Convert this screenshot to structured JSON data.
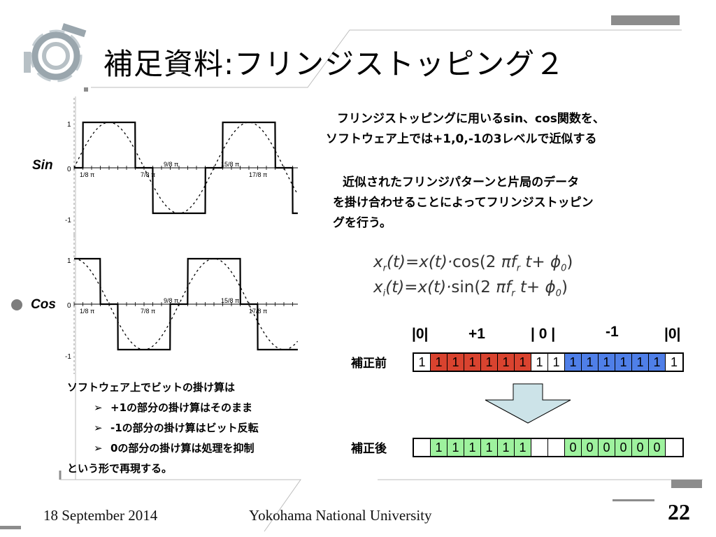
{
  "slide": {
    "title": "補足資料:フリンジストッピング２",
    "description_1": [
      "フリンジストッピングに用いるsin、cos関数を、",
      "ソフトウェア上では+1,0,-1の3レベルで近似する"
    ],
    "description_2": [
      "近似されたフリンジパターンと片局のデータ",
      "を掛け合わせることによってフリンジストッピン",
      "グを行う。"
    ],
    "formula_1": {
      "lhs": "x",
      "lhs_sub": "r",
      "rhs_fn": "cos",
      "phase_sub": "r"
    },
    "formula_2": {
      "lhs": "x",
      "lhs_sub": "i",
      "rhs_fn": "sin",
      "phase_sub": "r"
    },
    "notes": {
      "intro": "ソフトウェア上でビットの掛け算は",
      "bullets": [
        "+1の部分の掛け算はそのまま",
        "-1の部分の掛け算はビット反転",
        "0の部分の掛け算は処理を抑制"
      ],
      "outro": "という形で再現する。"
    }
  },
  "waves": {
    "sin_label": "Sin",
    "cos_label": "Cos",
    "y_ticks": [
      "1",
      "0",
      "-1"
    ],
    "sin_ticks_below": [
      "1/8 π",
      "7/8 π",
      "17/8 π"
    ],
    "sin_ticks_above": [
      "9/8 π",
      "15/8 π"
    ],
    "cos_ticks_below": [
      "1/8 π",
      "7/8 π",
      "17/8 π"
    ],
    "cos_ticks_above": [
      "9/8 π",
      "15/8 π"
    ]
  },
  "bits": {
    "segment_labels": [
      "|0|",
      "+1",
      "| 0 |",
      "-1",
      "|0|"
    ],
    "before_label": "補正前",
    "after_label": "補正後",
    "before": [
      {
        "v": "1",
        "c": "white"
      },
      {
        "v": "1",
        "c": "red"
      },
      {
        "v": "1",
        "c": "red"
      },
      {
        "v": "1",
        "c": "red"
      },
      {
        "v": "1",
        "c": "red"
      },
      {
        "v": "1",
        "c": "red"
      },
      {
        "v": "1",
        "c": "red"
      },
      {
        "v": "1",
        "c": "white"
      },
      {
        "v": "1",
        "c": "white"
      },
      {
        "v": "1",
        "c": "blue"
      },
      {
        "v": "1",
        "c": "blue"
      },
      {
        "v": "1",
        "c": "blue"
      },
      {
        "v": "1",
        "c": "blue"
      },
      {
        "v": "1",
        "c": "blue"
      },
      {
        "v": "1",
        "c": "blue"
      },
      {
        "v": "1",
        "c": "white"
      }
    ],
    "after": [
      {
        "v": "",
        "c": "white"
      },
      {
        "v": "1",
        "c": "green"
      },
      {
        "v": "1",
        "c": "green"
      },
      {
        "v": "1",
        "c": "green"
      },
      {
        "v": "1",
        "c": "green"
      },
      {
        "v": "1",
        "c": "green"
      },
      {
        "v": "1",
        "c": "green"
      },
      {
        "v": "",
        "c": "white"
      },
      {
        "v": "",
        "c": "white"
      },
      {
        "v": "0",
        "c": "green"
      },
      {
        "v": "0",
        "c": "green"
      },
      {
        "v": "0",
        "c": "green"
      },
      {
        "v": "0",
        "c": "green"
      },
      {
        "v": "0",
        "c": "green"
      },
      {
        "v": "0",
        "c": "green"
      },
      {
        "v": "",
        "c": "white"
      }
    ],
    "arrow_color": "#cce3e8"
  },
  "footer": {
    "date": "18 September 2014",
    "institution": "Yokohama National University",
    "page": "22"
  }
}
